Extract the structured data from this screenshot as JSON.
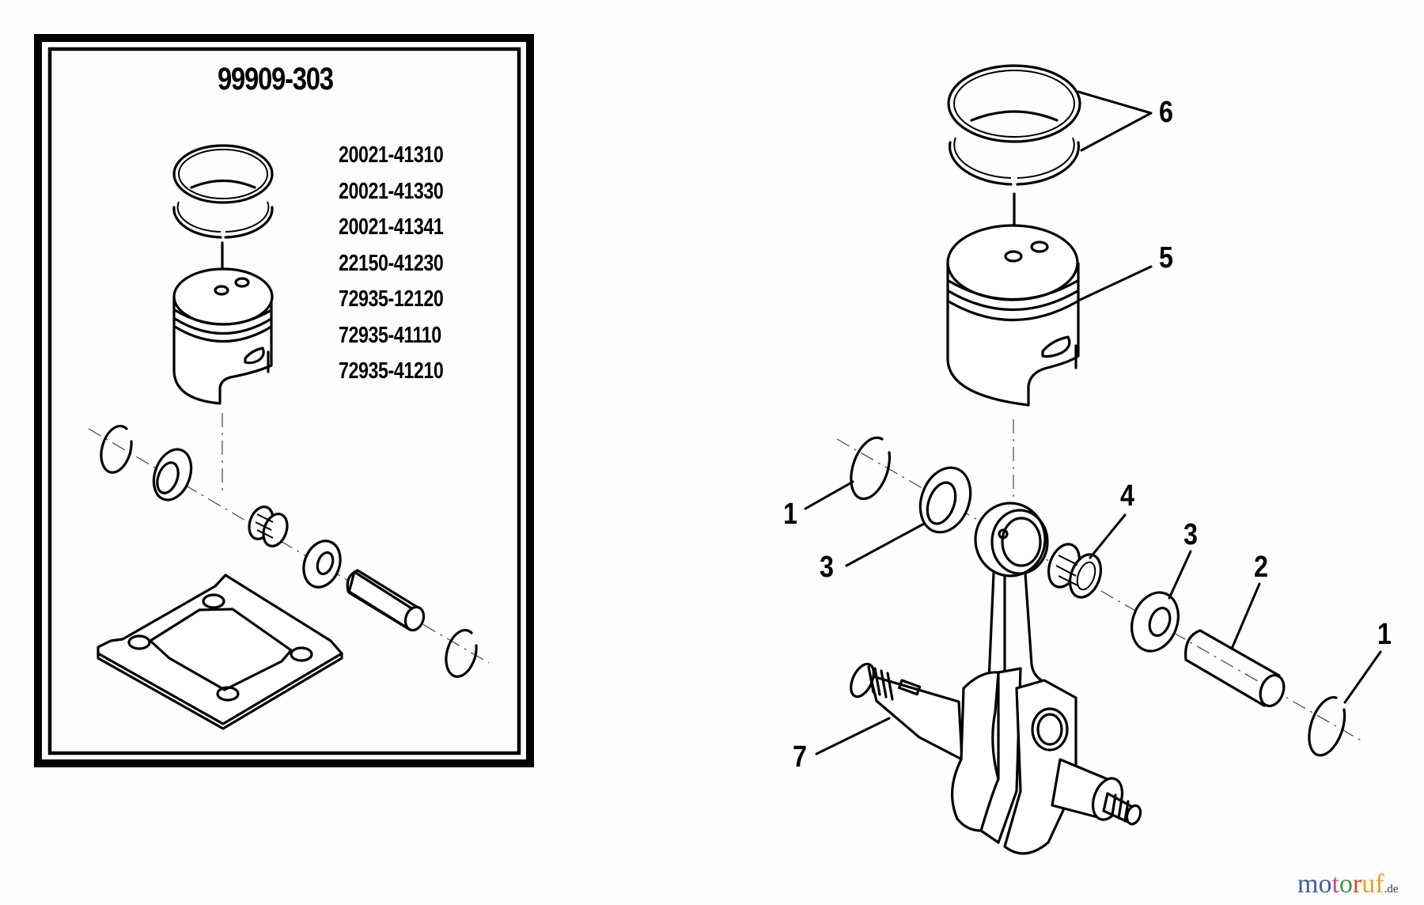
{
  "kit": {
    "title": "99909-303",
    "part_numbers": [
      "20021-41310",
      "20021-41330",
      "20021-41341",
      "22150-41230",
      "72935-12120",
      "72935-41110",
      "72935-41210"
    ]
  },
  "callouts": {
    "c6": "6",
    "c5": "5",
    "c4": "4",
    "c3_left": "3",
    "c3_right": "3",
    "c2": "2",
    "c1_left": "1",
    "c1_right": "1",
    "c7": "7"
  },
  "parts": [
    {
      "ref": "1",
      "name": "circlip"
    },
    {
      "ref": "2",
      "name": "piston-pin"
    },
    {
      "ref": "3",
      "name": "washer"
    },
    {
      "ref": "4",
      "name": "needle-bearing"
    },
    {
      "ref": "5",
      "name": "piston"
    },
    {
      "ref": "6",
      "name": "piston-rings"
    },
    {
      "ref": "7",
      "name": "crankshaft"
    }
  ],
  "watermark": {
    "letters": [
      "m",
      "o",
      "t",
      "o",
      "r",
      "u",
      "f"
    ],
    "colors": [
      "#3b5ba5",
      "#3b5ba5",
      "#d9428f",
      "#2f9a4a",
      "#e2462c",
      "#e8a21c",
      "#e8a21c"
    ],
    "suffix": ".de"
  }
}
